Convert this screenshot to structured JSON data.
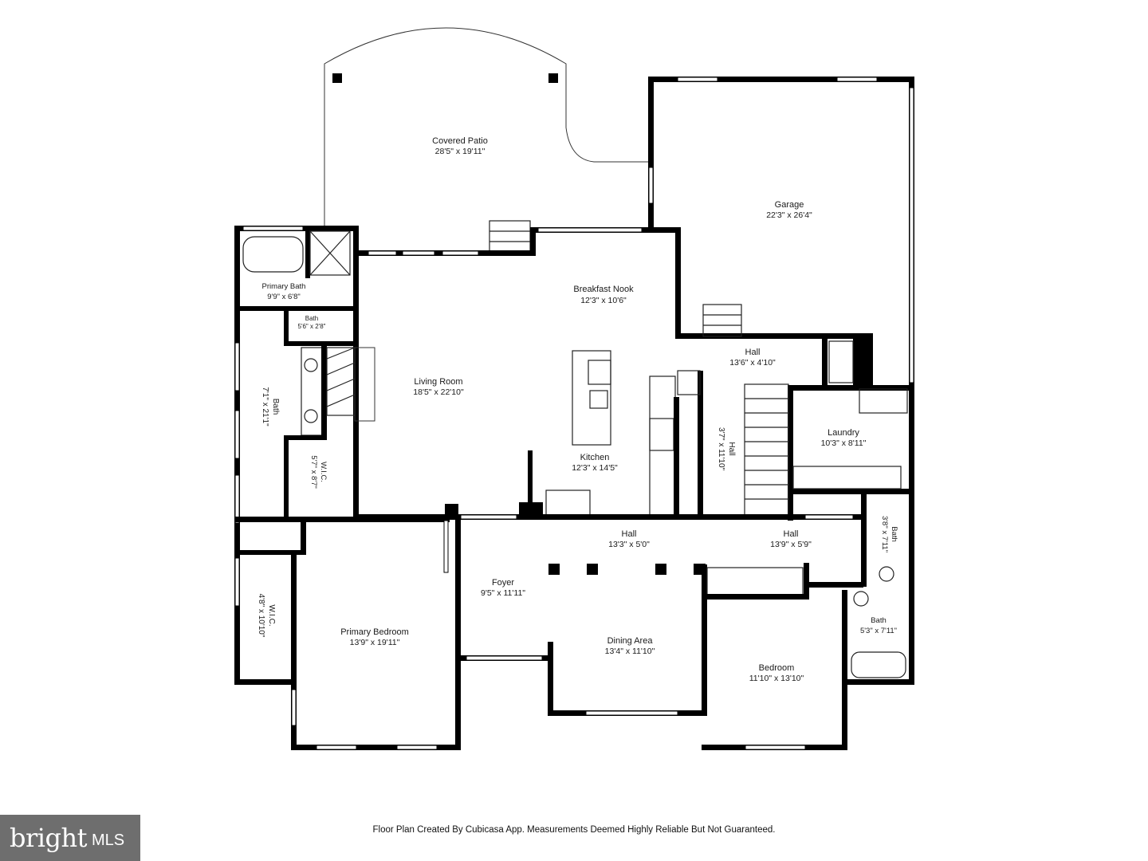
{
  "rooms": {
    "covered_patio": {
      "name": "Covered Patio",
      "dim": "28'5\" x 19'11\""
    },
    "garage": {
      "name": "Garage",
      "dim": "22'3\" x 26'4\""
    },
    "primary_bath": {
      "name": "Primary Bath",
      "dim": "9'9\" x 6'8\""
    },
    "bath_small": {
      "name": "Bath",
      "dim": "5'6\" x 2'8\""
    },
    "breakfast_nook": {
      "name": "Breakfast Nook",
      "dim": "12'3\" x 10'6\""
    },
    "hall_upper": {
      "name": "Hall",
      "dim": "13'6\" x 4'10\""
    },
    "living_room": {
      "name": "Living Room",
      "dim": "18'5\" x 22'10\""
    },
    "bath_left": {
      "name": "Bath",
      "dim": "7'1\" x 21'1\""
    },
    "wic_small": {
      "name": "W.I.C.",
      "dim": "5'7\" x 8'7\""
    },
    "hall_vertical": {
      "name": "Hall",
      "dim": "3'7\" x 11'10\""
    },
    "laundry": {
      "name": "Laundry",
      "dim": "10'3\" x 8'11\""
    },
    "kitchen": {
      "name": "Kitchen",
      "dim": "12'3\" x 14'5\""
    },
    "bath_right": {
      "name": "Bath",
      "dim": "3'8\" x 7'11\""
    },
    "hall_center": {
      "name": "Hall",
      "dim": "13'3\" x 5'0\""
    },
    "hall_right": {
      "name": "Hall",
      "dim": "13'9\" x 5'9\""
    },
    "foyer": {
      "name": "Foyer",
      "dim": "9'5\" x 11'11\""
    },
    "wic_primary": {
      "name": "W.I.C.",
      "dim": "4'8\" x 10'10\""
    },
    "bath_lower": {
      "name": "Bath",
      "dim": "5'3\" x 7'11\""
    },
    "primary_bedroom": {
      "name": "Primary Bedroom",
      "dim": "13'9\" x 19'11\""
    },
    "dining_area": {
      "name": "Dining Area",
      "dim": "13'4\" x 11'10\""
    },
    "bedroom": {
      "name": "Bedroom",
      "dim": "11'10\" x 13'10\""
    }
  },
  "footer": {
    "note": "Floor Plan Created By Cubicasa App. Measurements Deemed Highly Reliable But Not Guaranteed."
  },
  "logo": {
    "brand": "bright",
    "suffix": "MLS"
  },
  "colors": {
    "wall": "#000000",
    "background": "#ffffff",
    "logo_bg": "#6e6e6e"
  }
}
